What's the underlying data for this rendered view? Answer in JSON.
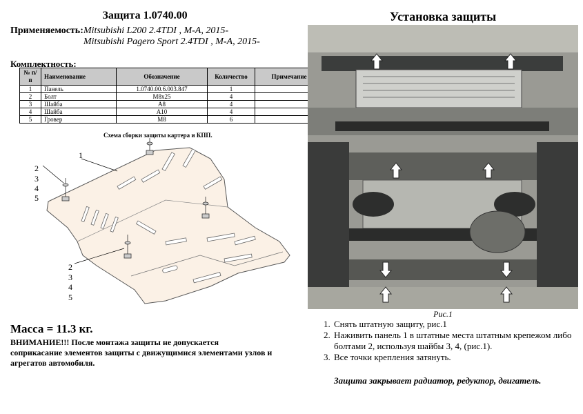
{
  "header": {
    "title": "Защита 1.0740.00",
    "applicability_label": "Применяемость:",
    "vehicles": [
      "Mitsubishi L200  2.4TDI , M-A, 2015-",
      "Mitsubishi Pagero Sport 2.4TDI , M-A, 2015-"
    ]
  },
  "kit": {
    "label": "Комплектность:",
    "columns": [
      "№ п/п",
      "Наименование",
      "Обозначение",
      "Количество",
      "Примечание"
    ],
    "rows": [
      [
        "1",
        "Панель",
        "1.0740.00.6.003.847",
        "1",
        ""
      ],
      [
        "2",
        "Болт",
        "M8x25",
        "4",
        ""
      ],
      [
        "3",
        "Шайба",
        "A8",
        "4",
        ""
      ],
      [
        "4",
        "Шайба",
        "A10",
        "4",
        ""
      ],
      [
        "5",
        "Гровер",
        "M8",
        "6",
        ""
      ]
    ]
  },
  "scheme": {
    "title": "Схема сборки защиты картера и КПП.",
    "callouts": {
      "panel": "1",
      "upper": [
        "2",
        "3",
        "4",
        "5"
      ],
      "lower": [
        "2",
        "3",
        "4",
        "5"
      ]
    }
  },
  "mass": "Масса = 11.3 кг.",
  "warning": "ВНИМАНИЕ!!!  После монтажа защиты не допускается соприкасание элементов защиты с движущимися элементами узлов и агрегатов автомобиля.",
  "installation": {
    "title": "Установка защиты",
    "figure_caption": "Рис.1",
    "steps": [
      "Снять штатную защиту, рис.1",
      "Наживить панель 1 в штатные места штатным крепежом либо болтами 2, используя шайбы  3, 4, (рис.1).",
      "Все точки крепления затянуть."
    ],
    "note": "Защита закрывает радиатор, редуктор, двигатель."
  }
}
